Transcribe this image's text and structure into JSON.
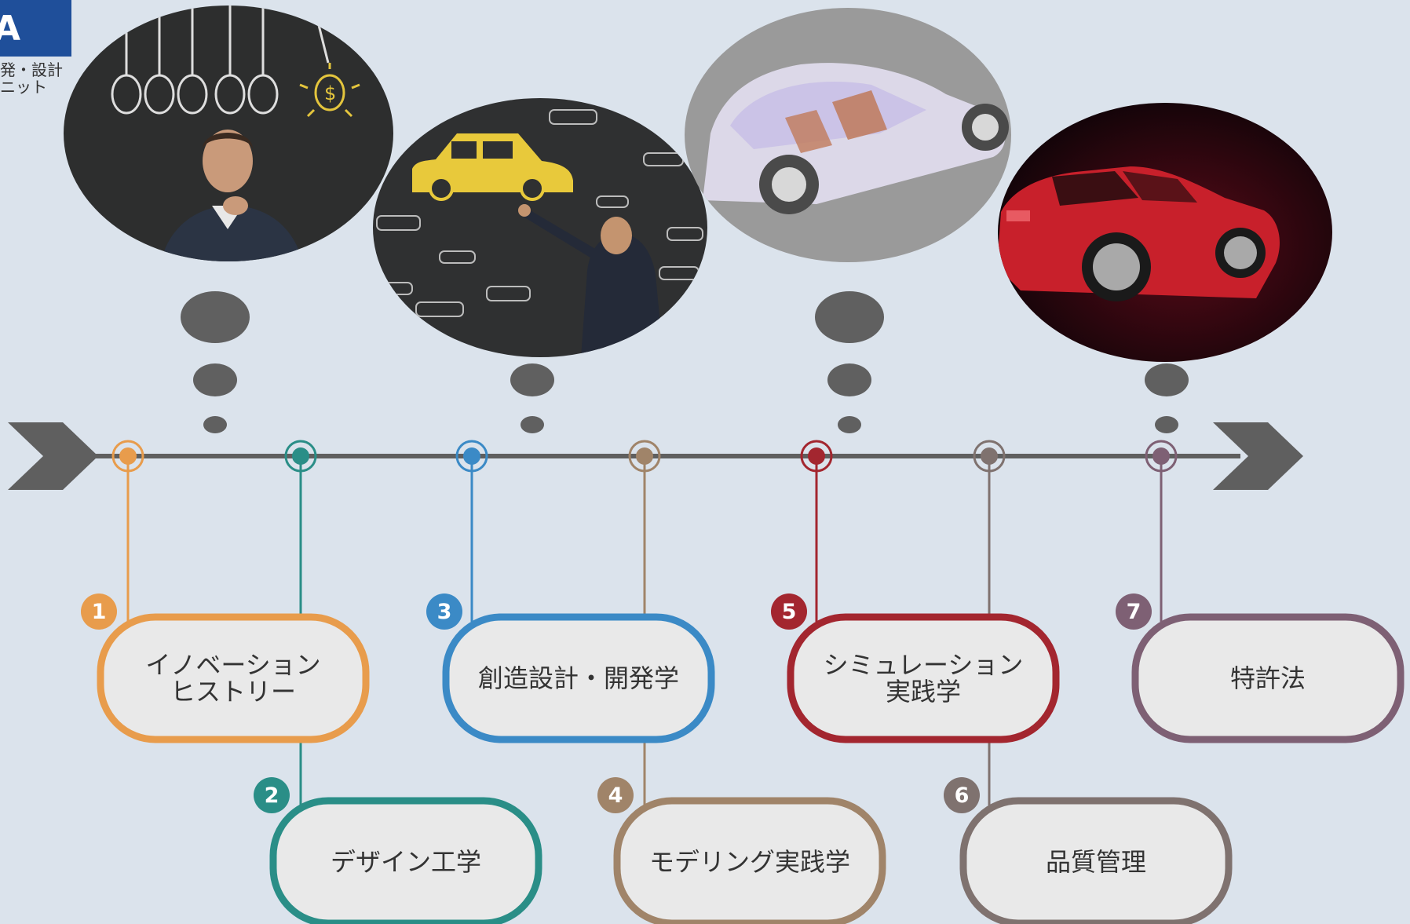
{
  "header": {
    "tab_label": "A",
    "unit_text": "発・設計\nニット"
  },
  "nodes": [
    {
      "number": "1",
      "label": "イノベーション\nヒストリー",
      "color": "#e89c4c"
    },
    {
      "number": "2",
      "label": "デザイン工学",
      "color": "#2a8e87"
    },
    {
      "number": "3",
      "label": "創造設計・開発学",
      "color": "#3b8ac6"
    },
    {
      "number": "4",
      "label": "モデリング実践学",
      "color": "#a08469"
    },
    {
      "number": "5",
      "label": "シミュレーション\n実践学",
      "color": "#a3262f"
    },
    {
      "number": "6",
      "label": "品質管理",
      "color": "#7f726f"
    },
    {
      "number": "7",
      "label": "特許法",
      "color": "#7e6074"
    }
  ],
  "images": [
    {
      "icon": "idea-thinking-businessman-image"
    },
    {
      "icon": "car-sketch-chalkboard-image"
    },
    {
      "icon": "car-wireframe-model-image"
    },
    {
      "icon": "red-sports-car-image"
    }
  ],
  "colors": {
    "background": "#dbe3ec",
    "timeline": "#5f5f5f",
    "bubble": "#606060",
    "label_fill": "#e9e9e9"
  }
}
